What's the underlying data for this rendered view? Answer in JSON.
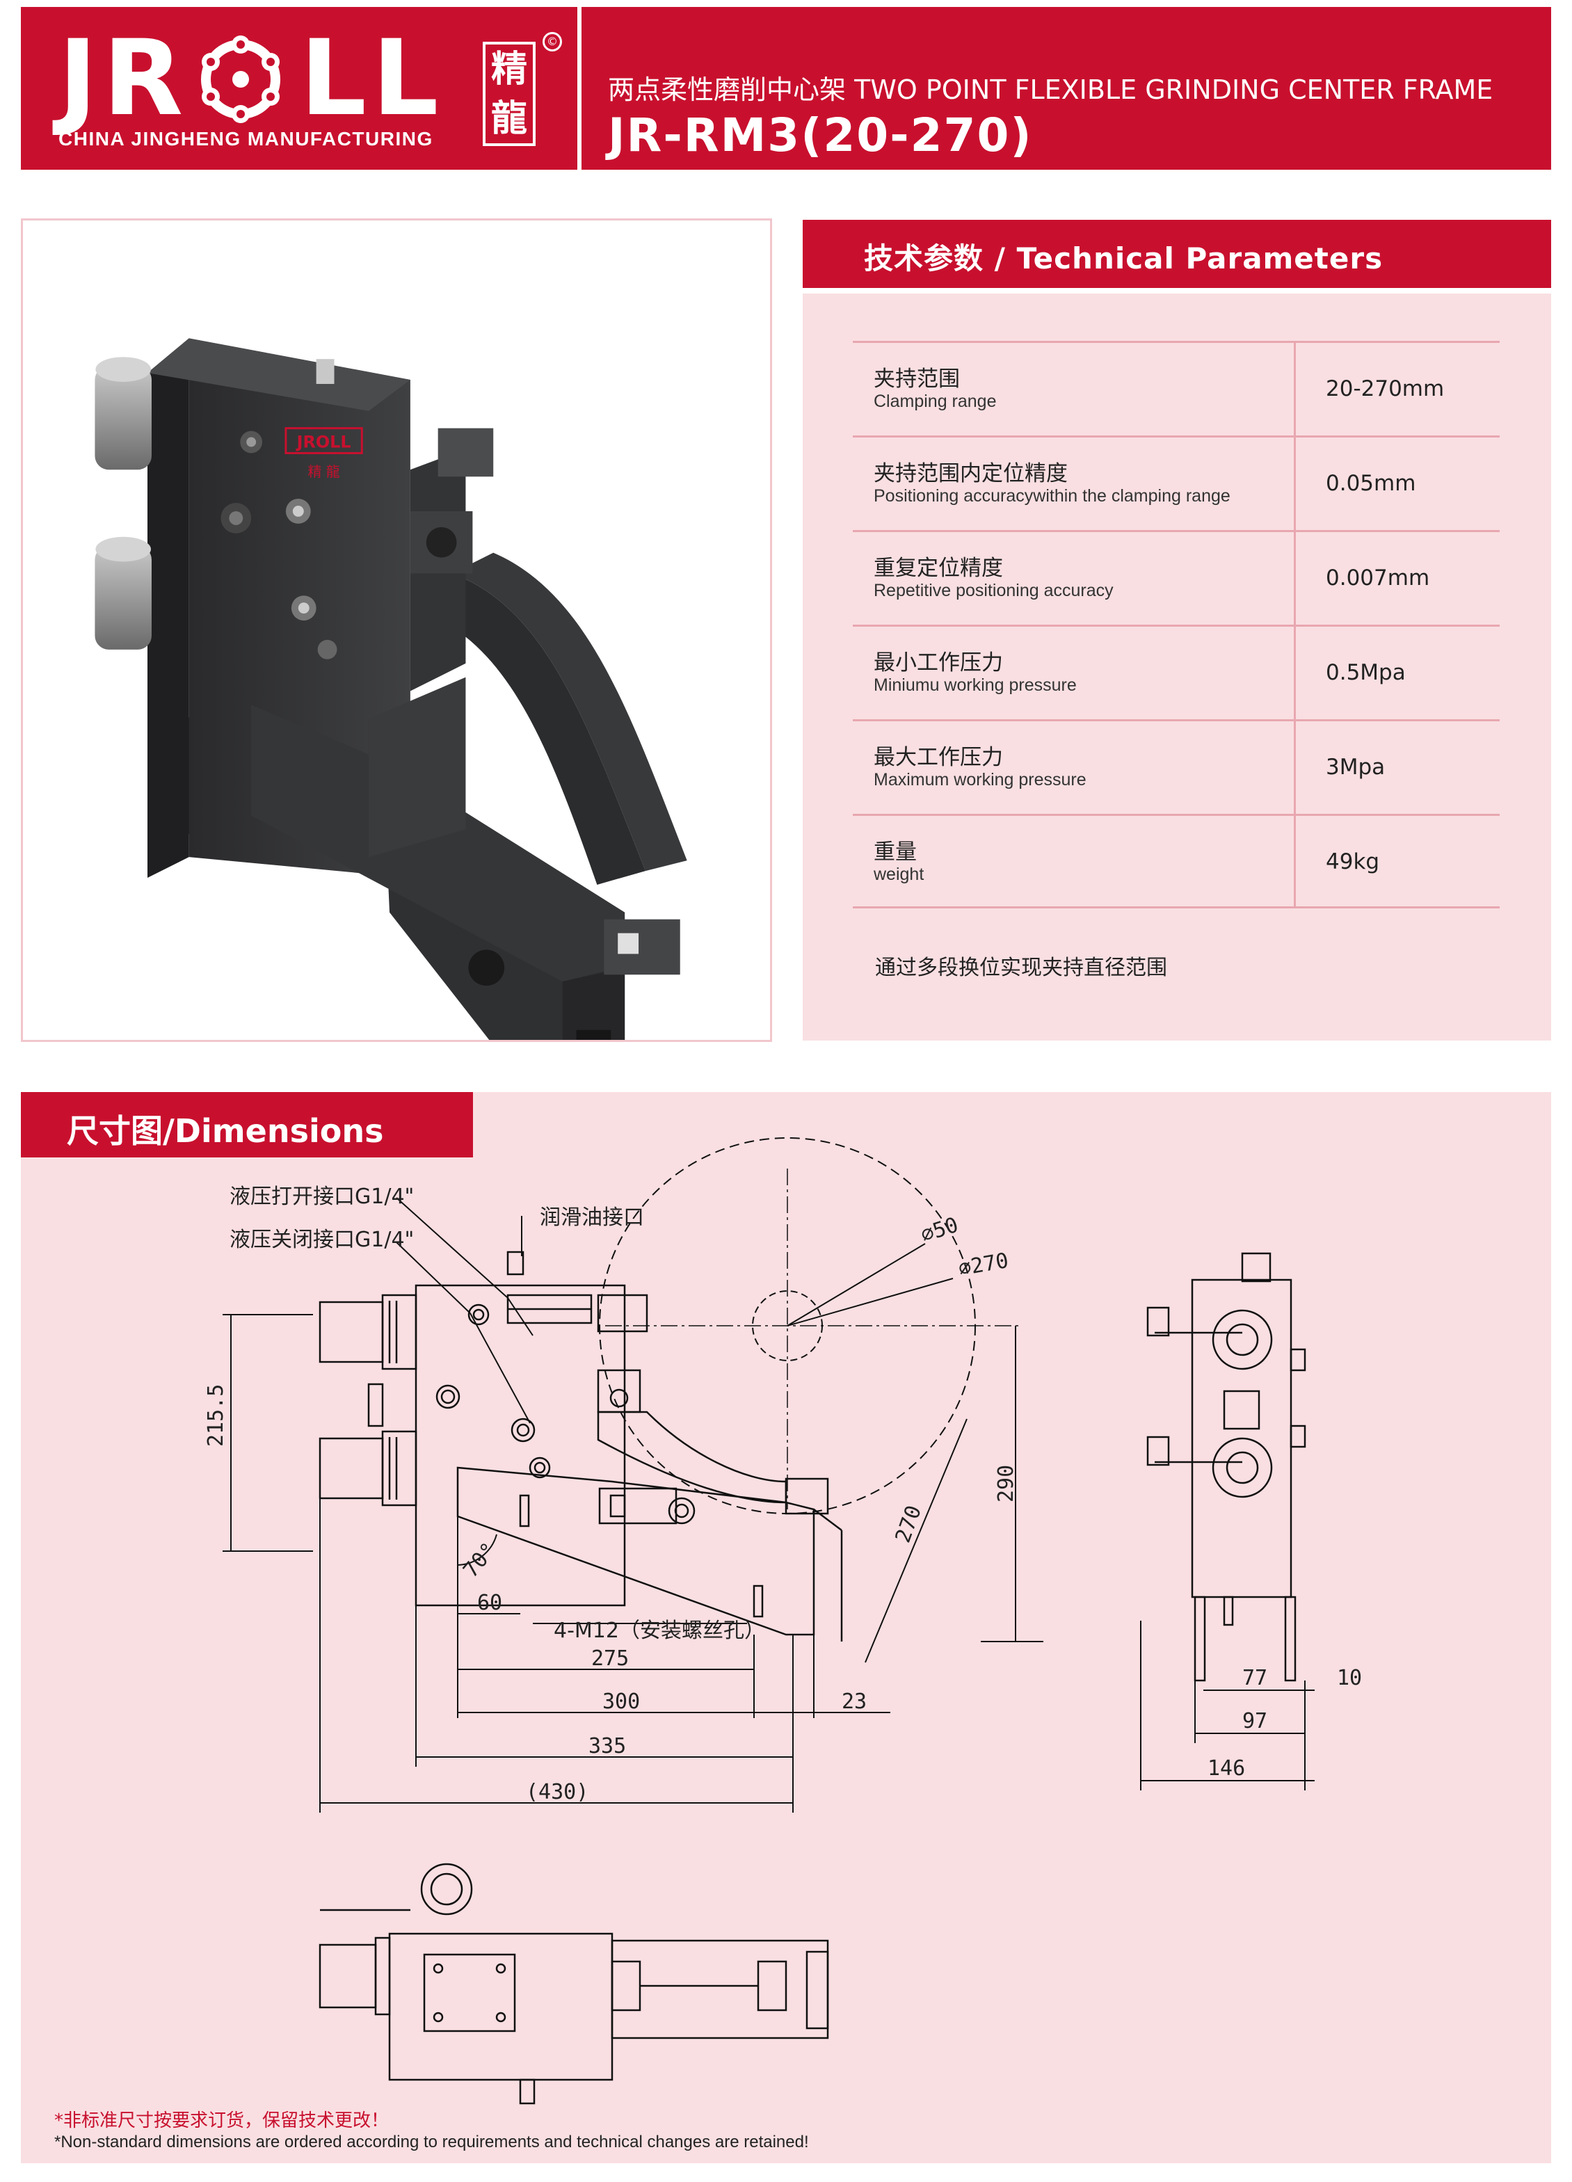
{
  "header": {
    "logo_letters": [
      "J",
      "R",
      "L",
      "L"
    ],
    "logo_seal": [
      "精",
      "龍"
    ],
    "logo_copyright": "©",
    "company": "CHINA JINGHENG MANUFACTURING",
    "title": "两点柔性磨削中心架 TWO POINT FLEXIBLE GRINDING CENTER FRAME",
    "model": "JR-RM3(20-270)"
  },
  "photo": {
    "logo_text": "JROLL",
    "logo_seal_text": "精  龍"
  },
  "tech": {
    "title": "技术参数 / Technical Parameters",
    "params": [
      {
        "cn": "夹持范围",
        "en": "Clamping range",
        "value": "20-270mm"
      },
      {
        "cn": "夹持范围内定位精度",
        "en": "Positioning accuracywithin the clamping range",
        "value": "0.05mm"
      },
      {
        "cn": "重复定位精度",
        "en": "Repetitive positioning accuracy",
        "value": "0.007mm"
      },
      {
        "cn": "最小工作压力",
        "en": "Miniumu working pressure",
        "value": "0.5Mpa"
      },
      {
        "cn": "最大工作压力",
        "en": "Maximum working pressure",
        "value": "3Mpa"
      },
      {
        "cn": "重量",
        "en": "weight",
        "value": "49kg"
      }
    ],
    "note": "通过多段换位实现夹持直径范围"
  },
  "dimensions": {
    "title": "尺寸图/Dimensions",
    "labels": {
      "hydraulic_open": "液压打开接口G1/4\"",
      "hydraulic_close": "液压关闭接口G1/4\"",
      "lube_port": "润滑油接口",
      "dia_50": "⌀50",
      "dia_270": "⌀270",
      "mount_holes": "4-M12（安装螺丝孔）"
    },
    "values": {
      "d215_5": "215.5",
      "d290": "290",
      "d270": "270",
      "angle70": "70°",
      "d60": "60",
      "d275": "275",
      "d300": "300",
      "d23": "23",
      "d335": "335",
      "d430": "(430)",
      "d77": "77",
      "d10": "10",
      "d97": "97",
      "d146": "146"
    },
    "footnote_cn": "*非标准尺寸按要求订货，保留技术更改！",
    "footnote_en": "*Non-standard dimensions are ordered according to requirements and technical changes are retained!"
  },
  "colors": {
    "brand_red": "#c8102e",
    "panel_pink": "#f9dfe2",
    "line_pink": "#e8a7b0"
  }
}
